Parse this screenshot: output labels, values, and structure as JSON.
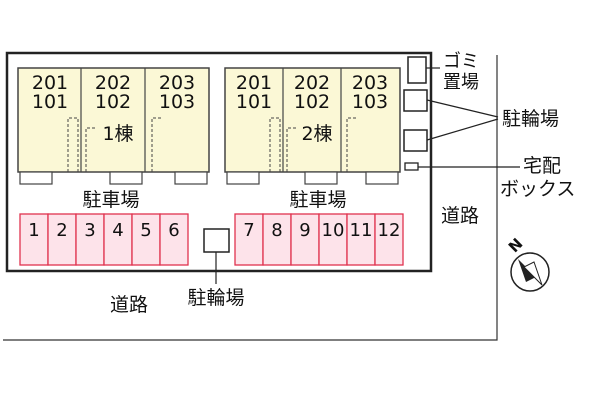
{
  "buildings": [
    {
      "label": "1棟",
      "units": [
        {
          "upper": "201",
          "lower": "101"
        },
        {
          "upper": "202",
          "lower": "102"
        },
        {
          "upper": "203",
          "lower": "103"
        }
      ]
    },
    {
      "label": "2棟",
      "units": [
        {
          "upper": "201",
          "lower": "101"
        },
        {
          "upper": "202",
          "lower": "102"
        },
        {
          "upper": "203",
          "lower": "103"
        }
      ]
    }
  ],
  "parking_label": "駐車場",
  "parking_left": [
    "1",
    "2",
    "3",
    "4",
    "5",
    "6"
  ],
  "parking_right": [
    "7",
    "8",
    "9",
    "10",
    "11",
    "12"
  ],
  "garbage_label": [
    "ゴミ",
    "置場"
  ],
  "bicycle_label": "駐輪場",
  "delivery_box_label": [
    "宅配",
    "ボックス"
  ],
  "road_label": "道路",
  "compass_label": "N",
  "colors": {
    "building_fill": "#fbf8d6",
    "parking_fill": "#fde3ea",
    "parking_stroke": "#e0334f",
    "line": "#222222"
  }
}
